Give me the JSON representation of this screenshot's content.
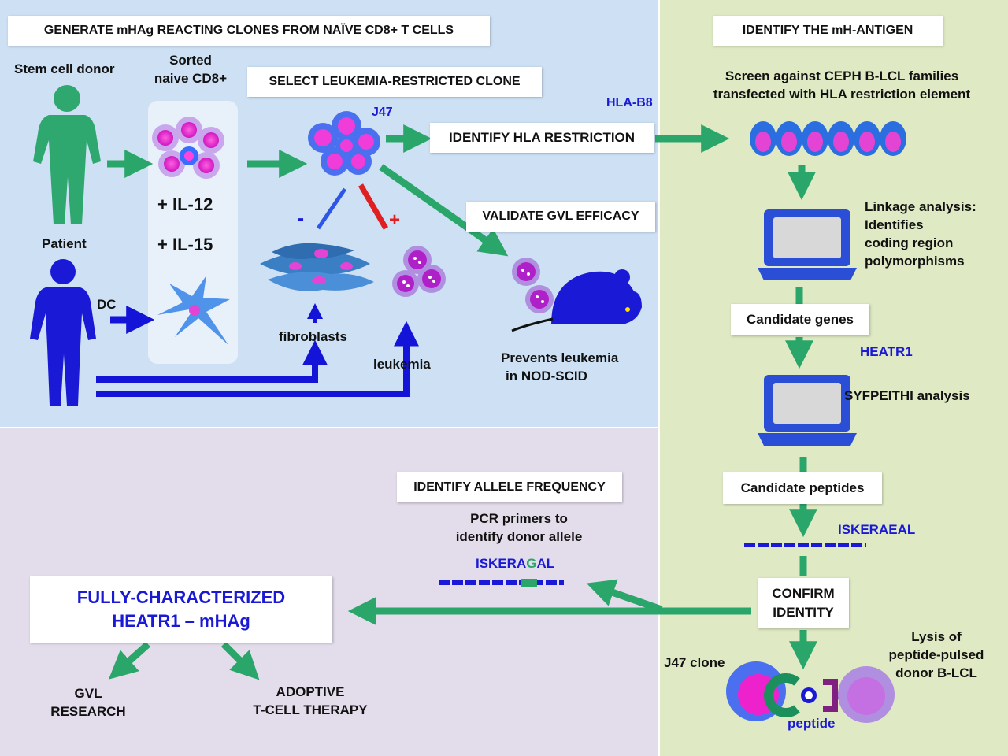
{
  "panels": {
    "generate_title": "GENERATE mHAg REACTING CLONES FROM NAÏVE CD8+ T CELLS",
    "identify_title": "IDENTIFY THE mH-ANTIGEN"
  },
  "left": {
    "stem_cell_donor": "Stem cell donor",
    "patient": "Patient",
    "dc": "DC",
    "sorted_line1": "Sorted",
    "sorted_line2": "naive CD8+",
    "il12": "+ IL-12",
    "il15": "+ IL-15",
    "select_clone": "SELECT LEUKEMIA-RESTRICTED CLONE",
    "j47": "J47",
    "minus": "-",
    "plus": "+",
    "fibroblasts": "fibroblasts",
    "leukemia": "leukemia",
    "hla_b8": "HLA-B8",
    "identify_hla": "IDENTIFY HLA RESTRICTION",
    "validate_gvl": "VALIDATE GVL EFFICACY",
    "prevents_line1": "Prevents leukemia",
    "prevents_line2": "in NOD-SCID"
  },
  "right": {
    "screen_line1": "Screen against CEPH B-LCL families",
    "screen_line2": "transfected with HLA restriction element",
    "linkage_line1": "Linkage analysis:",
    "linkage_line2": "Identifies",
    "linkage_line3": "coding region",
    "linkage_line4": "polymorphisms",
    "candidate_genes": "Candidate  genes",
    "heatr1": "HEATR1",
    "syfpeithi": "SYFPEITHI analysis",
    "candidate_peptides": "Candidate peptides",
    "iskeraeal": "ISKERAEAL",
    "confirm_line1": "CONFIRM",
    "confirm_line2": "IDENTITY",
    "lysis_line1": "Lysis of",
    "lysis_line2": "peptide-pulsed",
    "lysis_line3": "donor B-LCL",
    "j47_clone": "J47 clone",
    "peptide": "peptide"
  },
  "bottom": {
    "allele_freq": "IDENTIFY ALLELE FREQUENCY",
    "pcr_line1": "PCR primers to",
    "pcr_line2": "identify donor allele",
    "iskeragal_a": "ISKERA",
    "iskeragal_g": "G",
    "iskeragal_b": "AL",
    "fully_line1": "FULLY-CHARACTERIZED",
    "fully_line2": "HEATR1 – mHAg",
    "gvl_line1": "GVL",
    "gvl_line2": "RESEARCH",
    "adoptive_line1": "ADOPTIVE",
    "adoptive_line2": "T-CELL THERAPY"
  },
  "colors": {
    "panel_blue": "#cde0f4",
    "panel_green": "#dfeac4",
    "panel_lavender": "#e3dcea",
    "arrow_green": "#2aa66a",
    "arrow_blue": "#1414d8",
    "accent_blue_text": "#1a1ad6"
  }
}
